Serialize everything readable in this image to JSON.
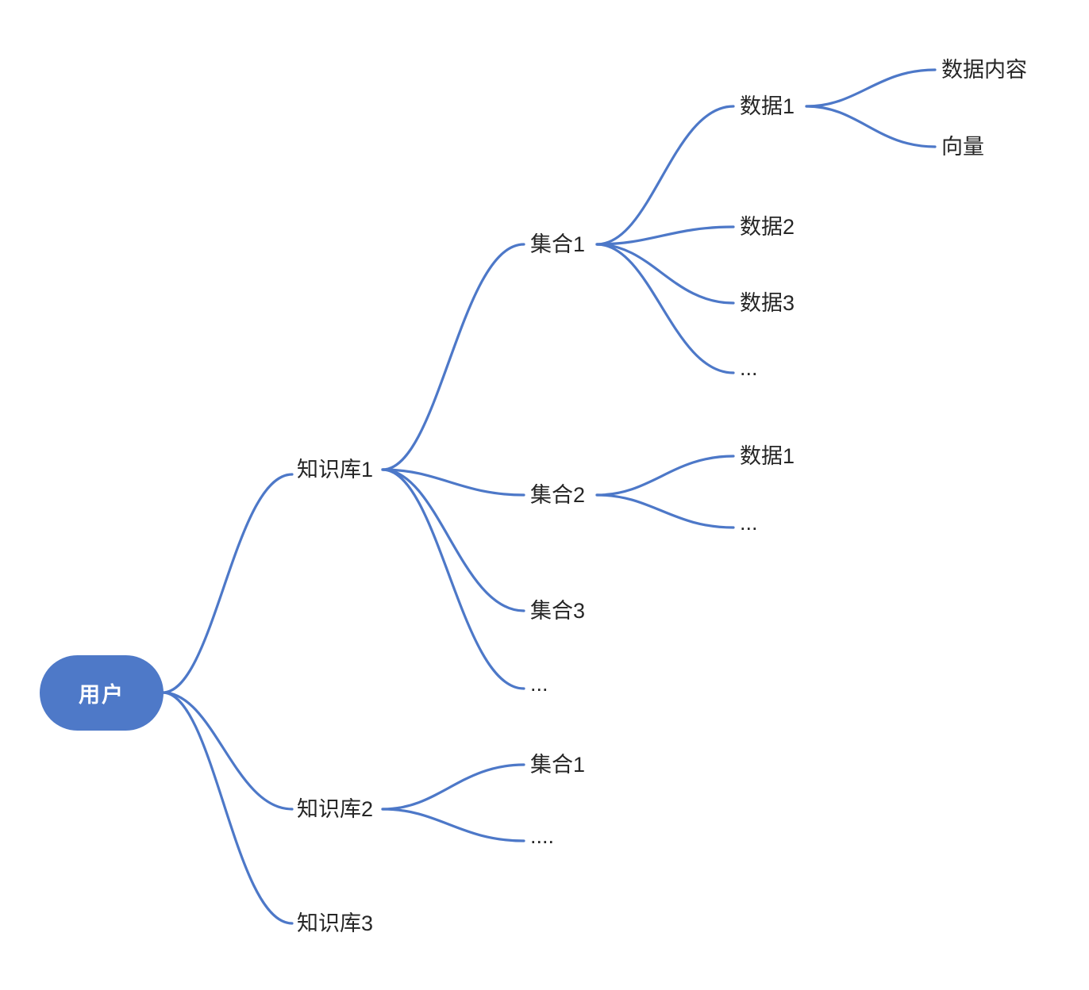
{
  "diagram": {
    "type": "mindmap",
    "colors": {
      "branch": "#4d78c8",
      "root_fill": "#4e79c8",
      "root_text": "#ffffff",
      "label_text": "#262626",
      "background": "#ffffff"
    },
    "root": {
      "label": "用户",
      "children": [
        {
          "label": "知识库1",
          "children": [
            {
              "label": "集合1",
              "children": [
                {
                  "label": "数据1",
                  "children": [
                    {
                      "label": "数据内容"
                    },
                    {
                      "label": "向量"
                    }
                  ]
                },
                {
                  "label": "数据2"
                },
                {
                  "label": "数据3"
                },
                {
                  "label": "..."
                }
              ]
            },
            {
              "label": "集合2",
              "children": [
                {
                  "label": "数据1"
                },
                {
                  "label": "..."
                }
              ]
            },
            {
              "label": "集合3"
            },
            {
              "label": "..."
            }
          ]
        },
        {
          "label": "知识库2",
          "children": [
            {
              "label": "集合1"
            },
            {
              "label": "...."
            }
          ]
        },
        {
          "label": "知识库3"
        }
      ]
    }
  }
}
